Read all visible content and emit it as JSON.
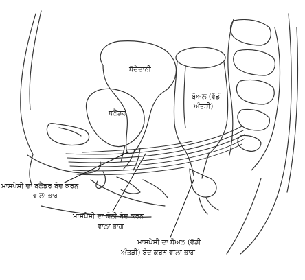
{
  "labels": {
    "uterus": "ਬੱਚੇਦਾਨੀ",
    "bladder": "ਬਲੈਡਰ",
    "bowel_line1": "ਬੋਅਲ (ਵੱਡੀ",
    "bowel_line2": "ਅੰਤੜੀ)",
    "bladder_muscle_line1": "ਮਾਸਪੇਸ਼ੀ ਦਾ ਬਲੈਡਰ ਬੰਦ ਕਰਨ",
    "bladder_muscle_line2": "ਵਾਲਾ ਭਾਗ",
    "vaginal_muscle_line1": "ਮਾਸਪੇਸ਼ੀ ਦਾ ਯੋਨੀ ਬੰਦ ਕਰਨ",
    "vaginal_muscle_line2": "ਵਾਲਾ ਭਾਗ",
    "bowel_muscle_line1": "ਮਾਸਪੇਸ਼ੀ ਦਾ ਬੋਅਲ (ਵੱਡੀ",
    "bowel_muscle_line2": "ਅੰਤੜੀ) ਬੰਦ ਕਰਨ ਵਾਲਾ ਭਾਗ"
  }
}
